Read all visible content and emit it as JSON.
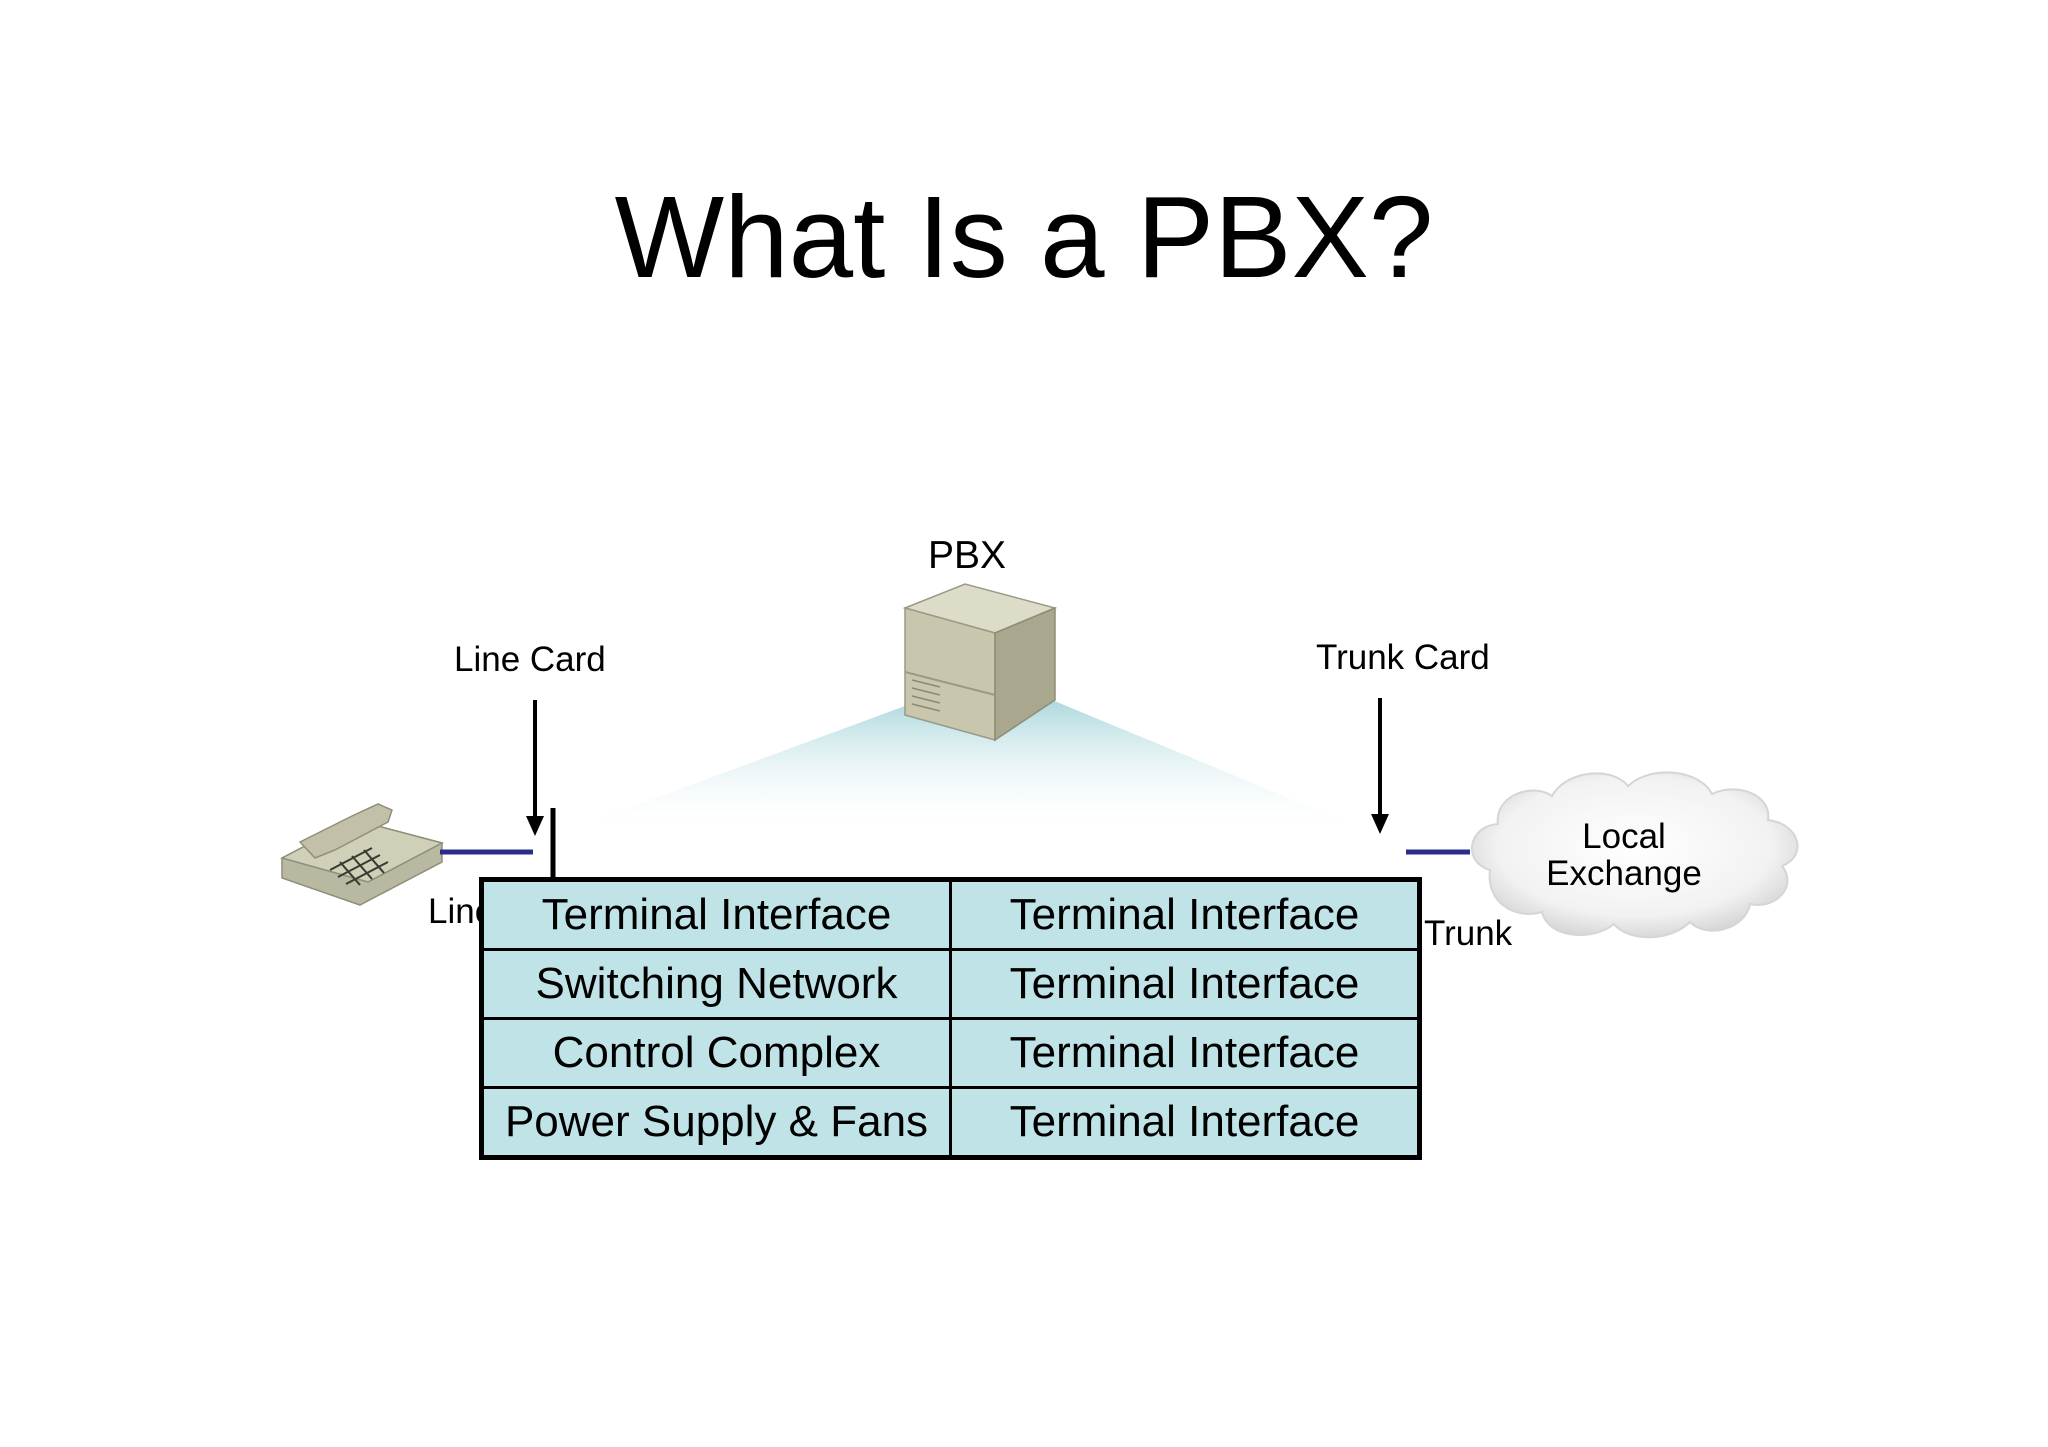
{
  "title": "What Is a PBX?",
  "labels": {
    "pbx": "PBX",
    "line_card": "Line Card",
    "trunk_card": "Trunk Card",
    "line": "Line",
    "trunk": "Trunk",
    "local_exchange": "Local Exchange"
  },
  "table": {
    "rows": [
      [
        "Terminal Interface",
        "Terminal Interface"
      ],
      [
        "Switching Network",
        "Terminal Interface"
      ],
      [
        "Control Complex",
        "Terminal Interface"
      ],
      [
        "Power Supply & Fans",
        "Terminal Interface"
      ]
    ]
  },
  "colors": {
    "table_fill": "#bfe3e6",
    "connector_line": "#2b2b8c",
    "beam": "#a9d6dc",
    "device_body": "#c9c8b2"
  },
  "icons": [
    "telephone-icon",
    "pbx-cabinet-icon",
    "cloud-icon"
  ]
}
